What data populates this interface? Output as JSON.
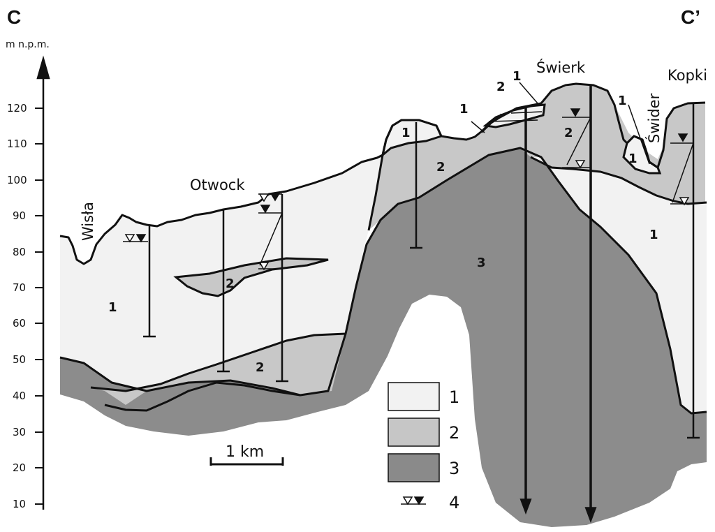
{
  "figure": {
    "title_left": "C",
    "title_right": "C’",
    "y_axis_unit": "m n.p.m.",
    "y_ticks": [
      "120",
      "110",
      "100",
      "90",
      "80",
      "70",
      "60",
      "50",
      "40",
      "30",
      "20",
      "10"
    ],
    "place_names": {
      "wisla": "Wisła",
      "otwock": "Otwock",
      "swierk": "Świerk",
      "swider": "Świder",
      "kopki": "Kopki"
    },
    "unit_labels": {
      "u1": "1",
      "u2": "2",
      "u3": "3"
    },
    "scale_bar": "1 km",
    "legend": [
      {
        "label": "1",
        "color": "#f2f2f2"
      },
      {
        "label": "2",
        "color": "#c6c6c6"
      },
      {
        "label": "3",
        "color": "#8a8a8a"
      },
      {
        "label": "4",
        "color": "#111111"
      }
    ]
  }
}
